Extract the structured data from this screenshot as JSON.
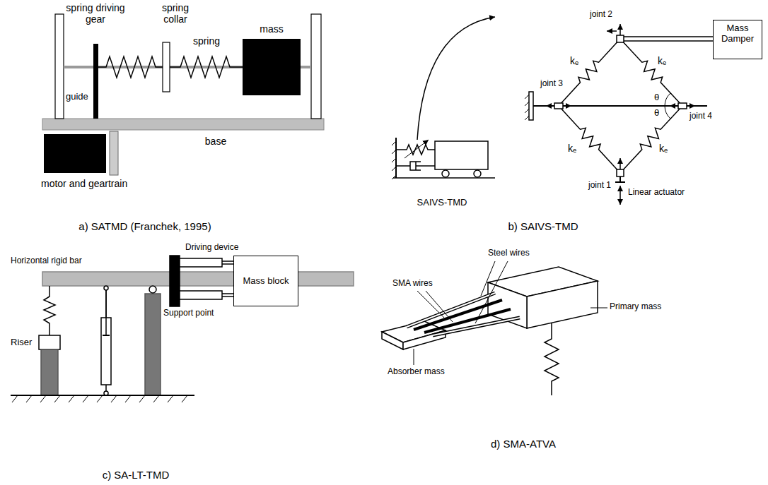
{
  "diagram": {
    "nodes": [
      {
        "text": [
          "Mass Damper"
        ]
      },
      {
        "text": [
          "Mass block"
        ]
      }
    ],
    "labels": [
      "spring driving gear",
      "spring collar",
      "spring",
      "mass",
      "guide",
      "base",
      "motor and geartrain",
      "a) SATMD (Franchek, 1995)",
      "joint 2",
      "kₑ",
      "kₑ",
      "kₑ",
      "kₑ",
      "θ",
      "θ",
      "joint 3",
      "joint 4",
      "joint 1",
      "Linear actuator",
      "SAIVS-TMD",
      "b) SAIVS-TMD",
      "Horizontal rigid bar",
      "Driving device",
      "Support point",
      "Riser",
      "c) SA-LT-TMD",
      "SMA wires",
      "Steel wires",
      "Absorber mass",
      "Primary mass",
      "d) SMA-ATVA"
    ]
  }
}
